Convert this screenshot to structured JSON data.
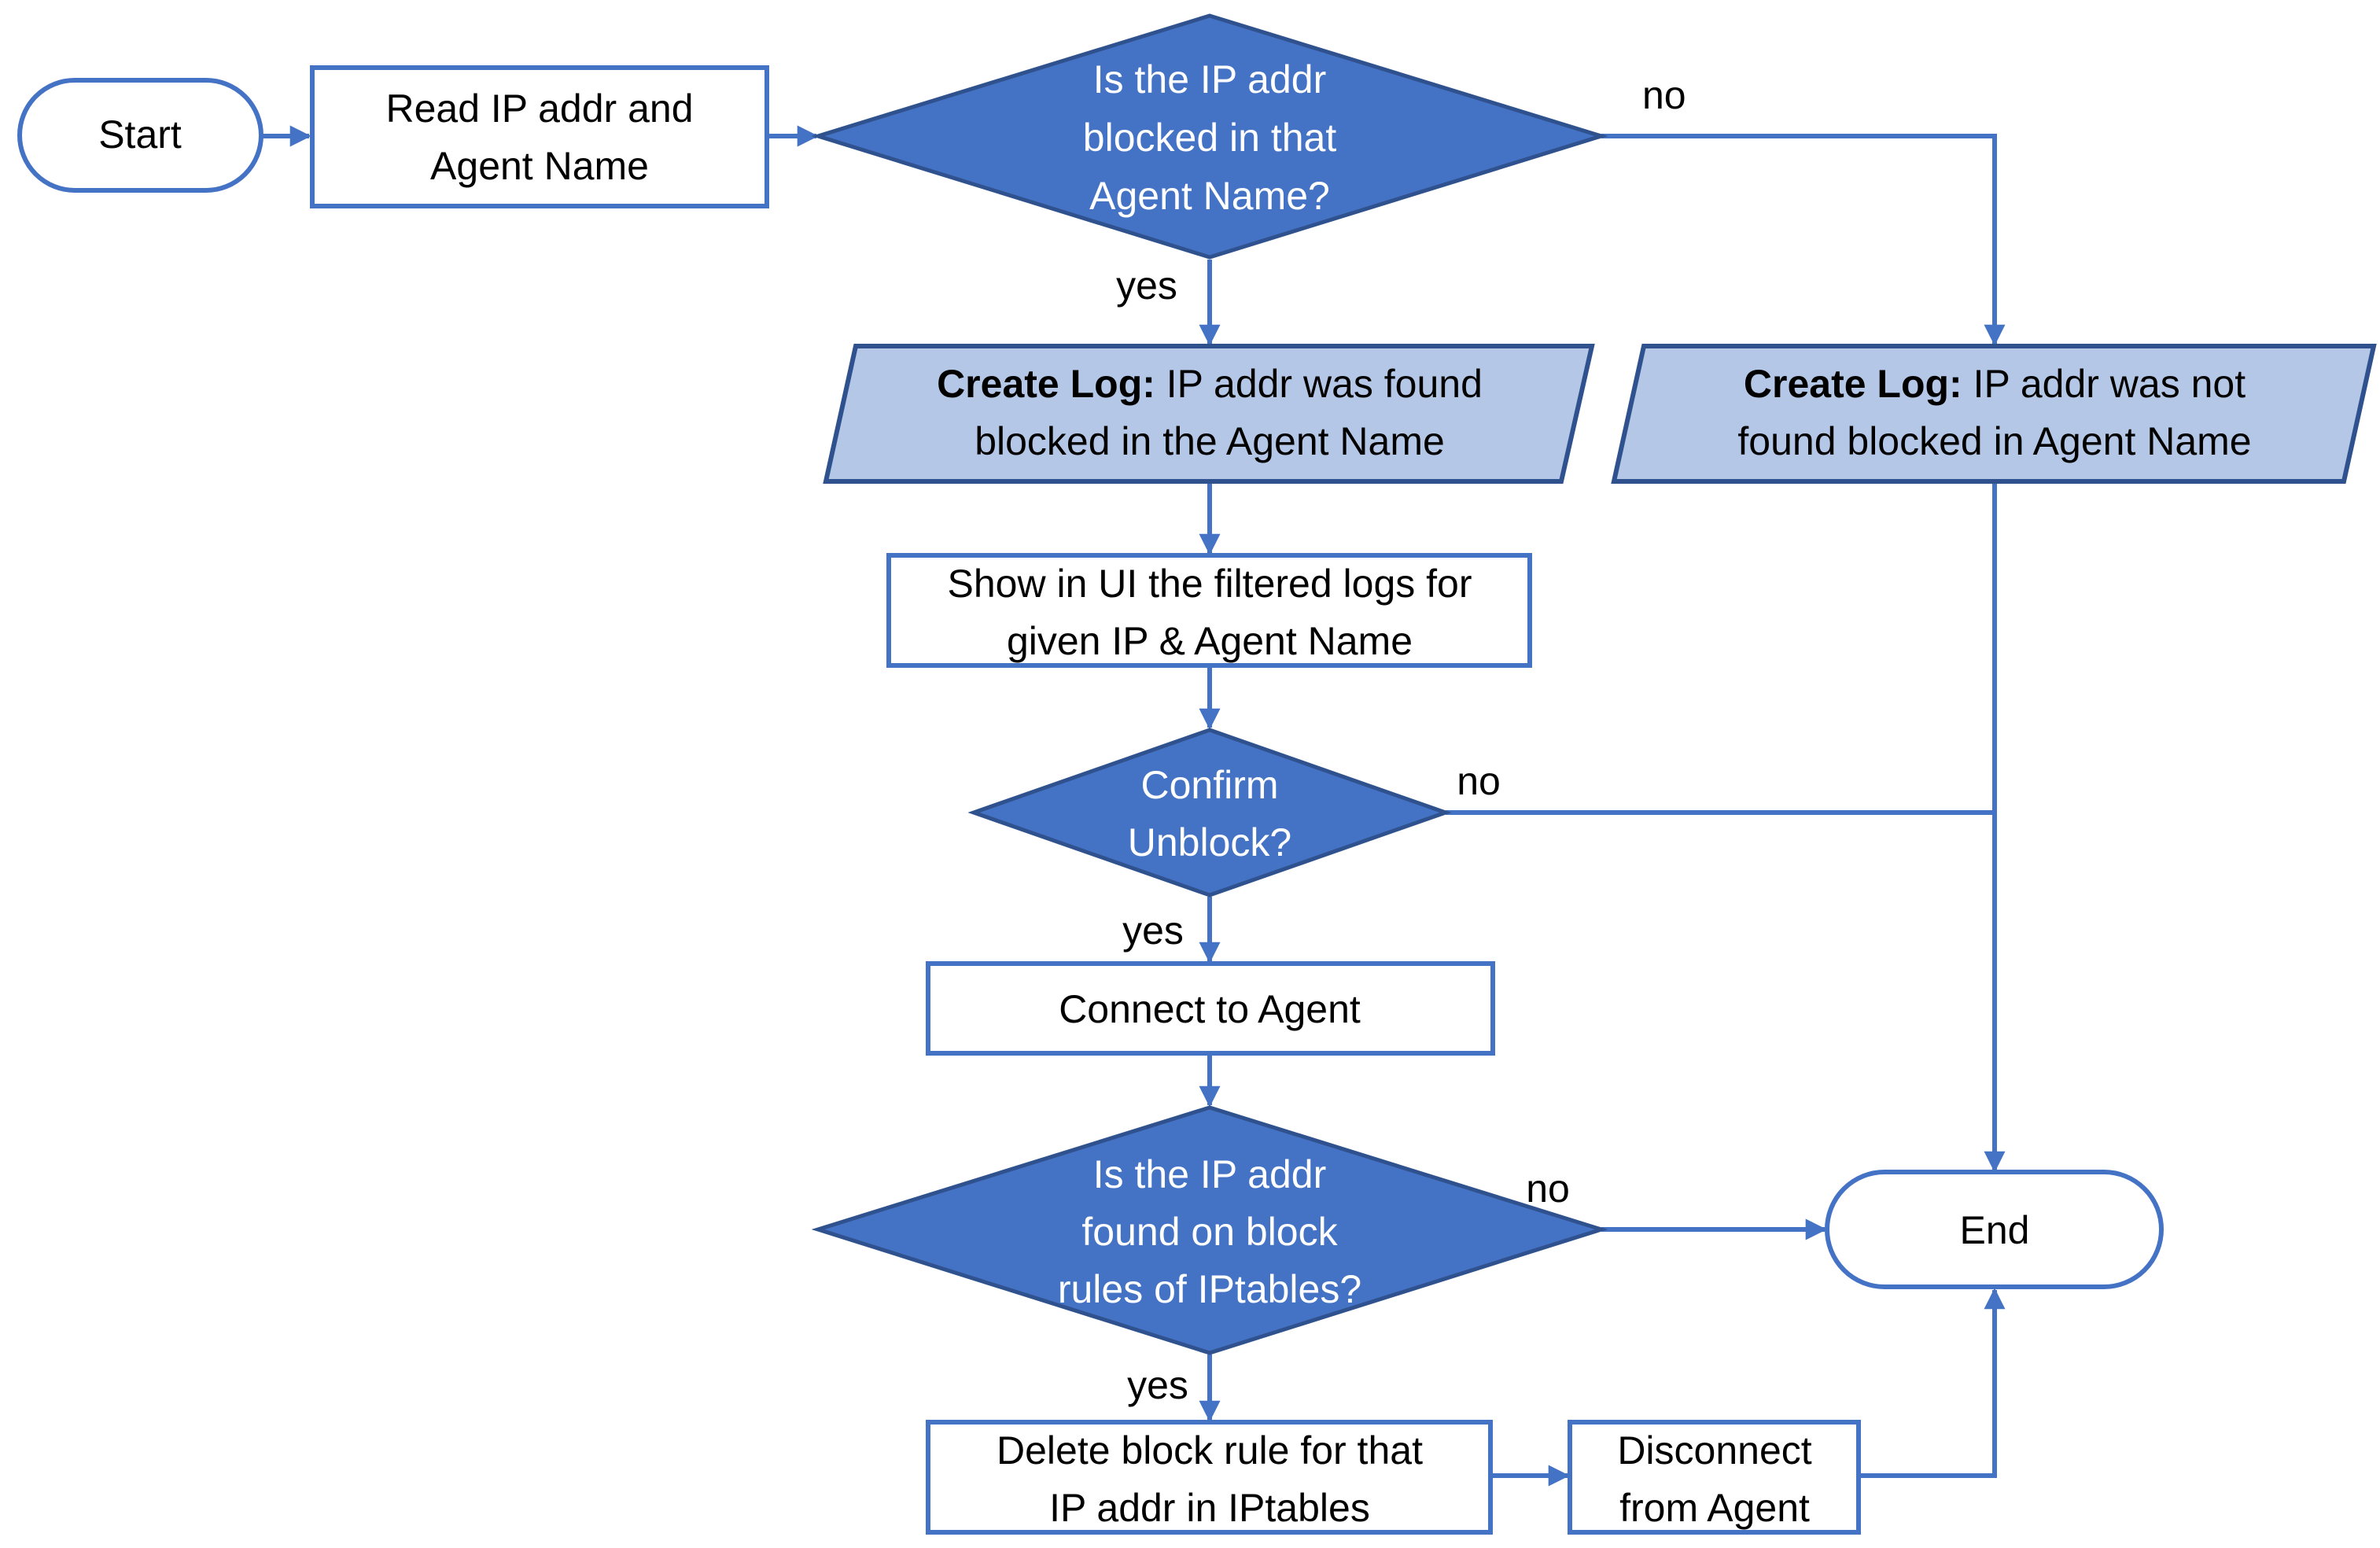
{
  "nodes": {
    "start": "Start",
    "read": [
      "Read IP addr and",
      "Agent Name"
    ],
    "q1": [
      "Is the IP addr",
      "blocked in that",
      "Agent Name?"
    ],
    "log_found": {
      "bold": "Create Log:",
      "line1": " IP addr was found",
      "line2": "blocked in the Agent Name"
    },
    "log_not_found": {
      "bold": "Create Log:",
      "line1": " IP addr was not",
      "line2": "found blocked in Agent Name"
    },
    "show": [
      "Show in UI the filtered logs for",
      "given IP & Agent Name"
    ],
    "confirm": [
      "Confirm",
      "Unblock?"
    ],
    "connect": "Connect to Agent",
    "q2": [
      "Is the IP addr",
      "found on block",
      "rules of IPtables?"
    ],
    "end": "End",
    "delete": [
      "Delete block rule for that",
      "IP addr in IPtables"
    ],
    "disconnect": [
      "Disconnect",
      "from Agent"
    ]
  },
  "edges": {
    "q1_no": "no",
    "q1_yes": "yes",
    "confirm_no": "no",
    "confirm_yes": "yes",
    "q2_no": "no",
    "q2_yes": "yes"
  },
  "colors": {
    "line": "#4472c4",
    "decision_fill": "#4472c4",
    "io_fill": "#b4c7e7",
    "process_fill": "#ffffff"
  }
}
